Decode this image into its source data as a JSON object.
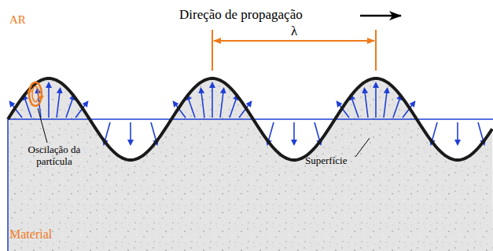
{
  "diagram": {
    "labels": [
      "Direção de propagação",
      "AR",
      "λ",
      "Oscilação da partícula",
      "Superfície",
      "Material"
    ]
  }
}
